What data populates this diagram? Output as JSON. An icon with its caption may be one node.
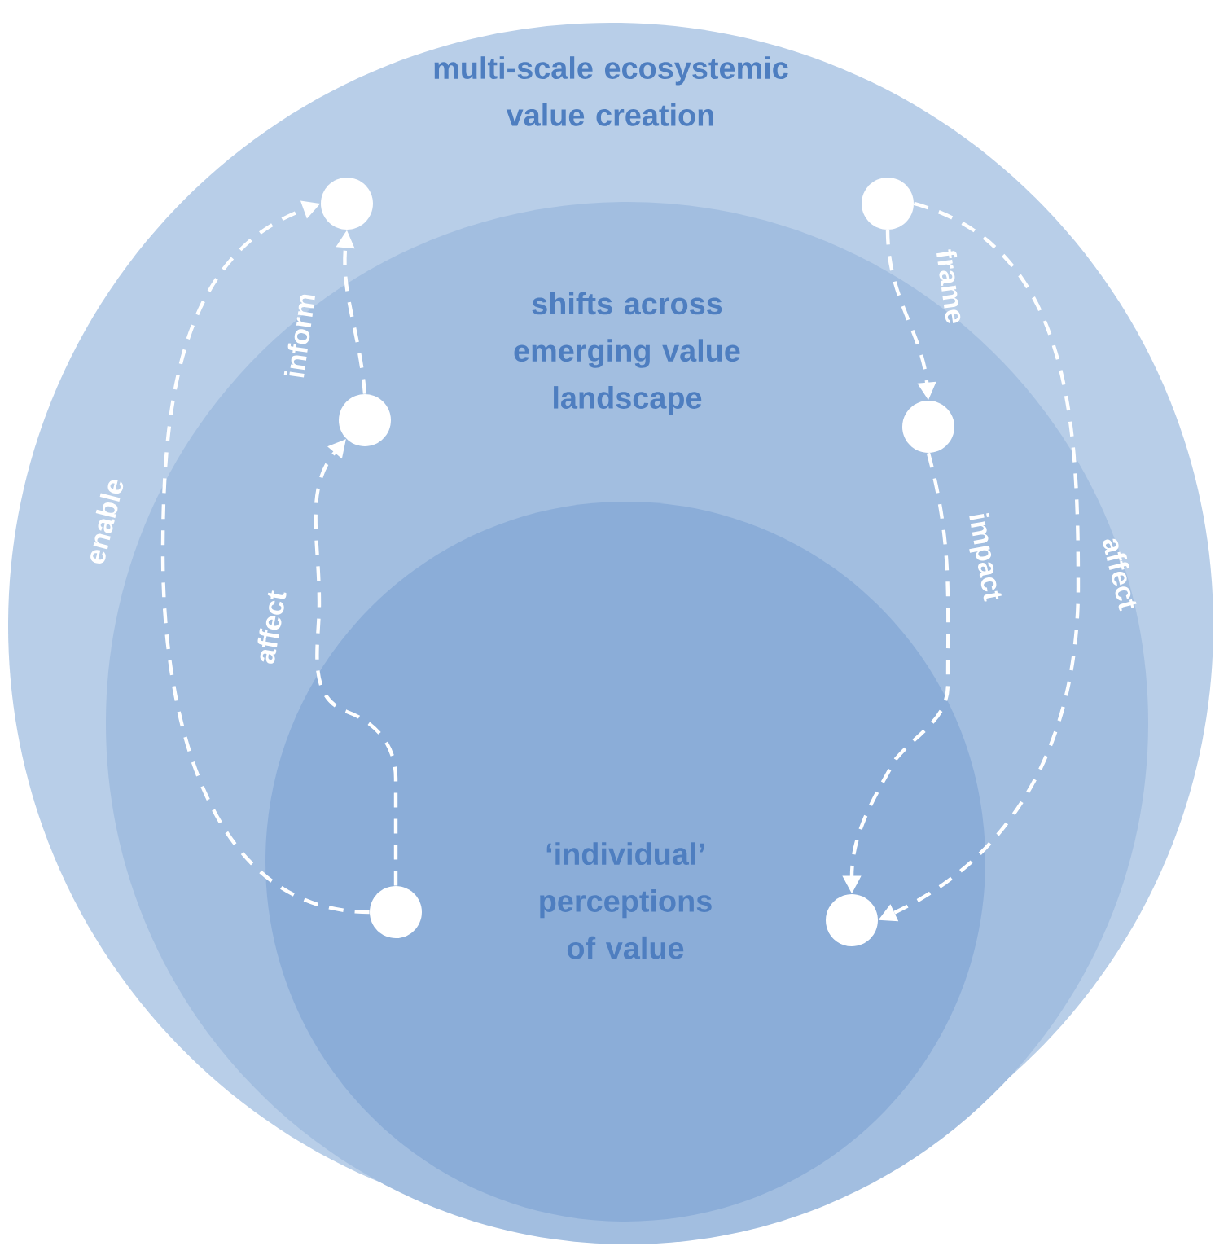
{
  "diagram": {
    "nodes": [
      {
        "text": [
          "multi-scale ecosystemic value creation"
        ]
      },
      {
        "text": [
          "shifts across emerging value landscape"
        ],
        "in": 0
      },
      {
        "text": [
          "‘individual’ perceptions of value"
        ],
        "in": 1
      },
      {
        "text": [],
        "shape": "circle",
        "in": 0
      },
      {
        "text": [],
        "shape": "circle",
        "in": 0
      },
      {
        "text": [],
        "shape": "circle",
        "in": 1
      },
      {
        "text": [],
        "shape": "circle",
        "in": 1
      },
      {
        "text": [],
        "shape": "circle",
        "in": 2
      },
      {
        "text": [],
        "shape": "circle",
        "in": 2
      }
    ],
    "edges": [
      {
        "from": 7,
        "to": 3,
        "arrow": "to",
        "label": "enable"
      },
      {
        "from": 7,
        "to": 5,
        "arrow": "to",
        "label": "affect"
      },
      {
        "from": 5,
        "to": 3,
        "arrow": "to",
        "label": "inform"
      },
      {
        "from": 4,
        "to": 6,
        "arrow": "to",
        "label": "frame"
      },
      {
        "from": 6,
        "to": 8,
        "arrow": "to",
        "label": "impact"
      },
      {
        "from": 4,
        "to": 8,
        "arrow": "to",
        "label": "affect"
      }
    ]
  }
}
